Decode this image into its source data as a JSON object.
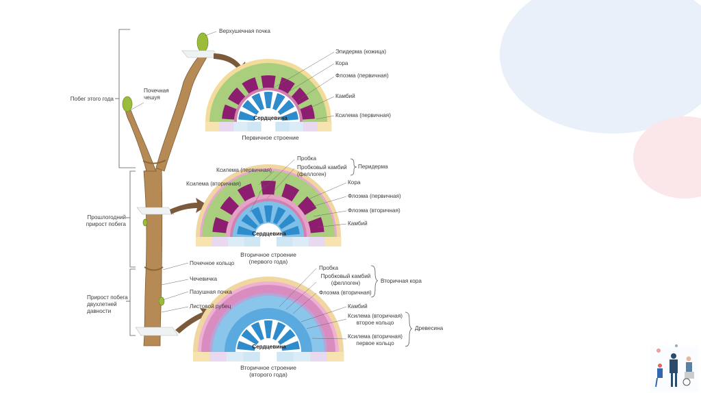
{
  "colors": {
    "bg_blob_blue": "#e9f0f9",
    "bg_blob_pink": "#fbe6ea",
    "epidermis": "#f3dc9b",
    "cortex": "#a9cf7e",
    "phloem": "#8d1d6e",
    "cambium": "#d47fb3",
    "xylem": "#2f8ccc",
    "pith": "#ffffff",
    "cork": "#f0d6a0",
    "stem": "#b58a55",
    "bud": "#9bbb3b"
  },
  "labels": {
    "apical_bud": "Верхушечная почка",
    "bud_scale": "Почечная\nчешуя",
    "this_year_shoot": "Побег этого года",
    "last_year_growth": "Прошлогодний\nприрост побега",
    "two_year_growth": "Прирост побега\nдвухлетней\nдавности",
    "bud_ring": "Почечное кольцо",
    "lenticel": "Чечевичка",
    "axillary_bud": "Пазушная почка",
    "leaf_scar": "Листовой рубец"
  },
  "section1": {
    "epidermis": "Эпидерма (кожица)",
    "cortex": "Кора",
    "phloem_primary": "Флоэма (первичная)",
    "cambium": "Камбий",
    "xylem_primary": "Ксилема (первичная)",
    "pith": "Сердцевина",
    "caption": "Первичное строение"
  },
  "section2": {
    "cork": "Пробка",
    "cork_cambium": "Пробковый камбий\n(феллоген)",
    "periderm": "Перидерма",
    "xylem_primary": "Ксилема (первичная)",
    "xylem_secondary": "Ксилема (вторичная)",
    "cortex": "Кора",
    "phloem_primary": "Флоэма (первичная)",
    "phloem_secondary": "Флоэма (вторичная)",
    "cambium": "Камбий",
    "pith": "Сердцевина",
    "caption": "Вторичное строение\n(первого года)"
  },
  "section3": {
    "cork": "Пробка",
    "cork_cambium": "Пробковый камбий\n(феллоген)",
    "phloem_secondary": "Флоэма (вторичная)",
    "secondary_bark": "Вторичная кора",
    "cambium": "Камбий",
    "xylem_second_ring": "Ксилема (вторичная)\nвторое кольцо",
    "xylem_first_ring": "Ксилема (вторичная)\nпервое кольцо",
    "wood": "Древесина",
    "pith": "Сердцевина",
    "caption": "Вторичное строение\n(второго года)"
  },
  "icons": [
    "arrow-icon",
    "bracket-icon",
    "people-illustration-icon"
  ]
}
